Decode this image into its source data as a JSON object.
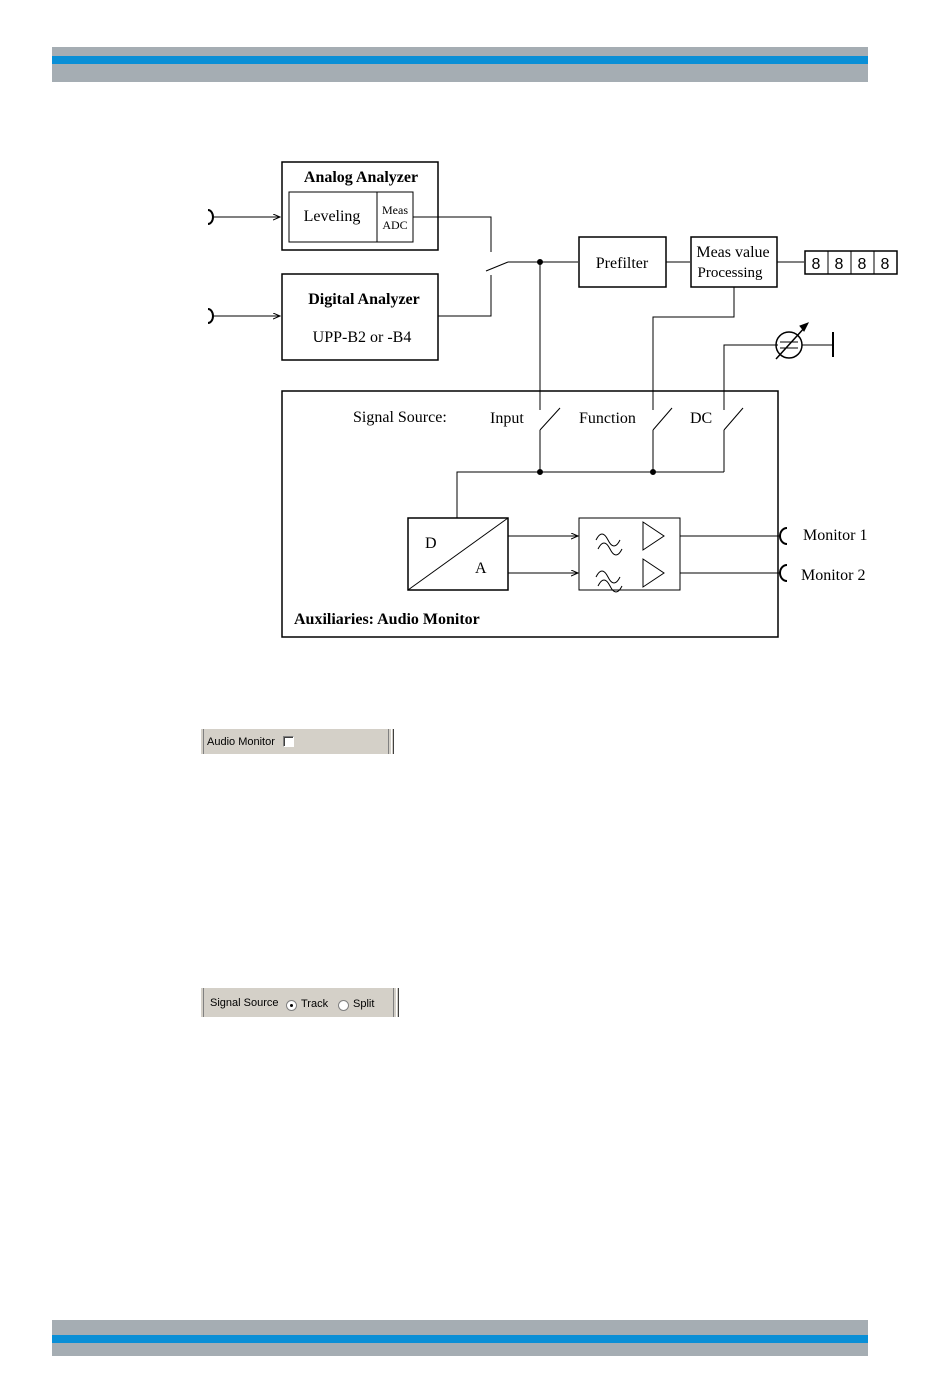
{
  "diagram": {
    "analog_analyzer": {
      "title": "Analog Analyzer",
      "leveling": "Leveling",
      "meas_adc_line1": "Meas",
      "meas_adc_line2": "ADC"
    },
    "digital_analyzer": {
      "title": "Digital Analyzer",
      "subtitle": "UPP-B2 or -B4"
    },
    "prefilter": "Prefilter",
    "meas_value_line1": "Meas value",
    "meas_value_line2": "Processing",
    "display_digits": [
      "8",
      "8",
      "8",
      "8"
    ],
    "signal_source_label": "Signal Source:",
    "switch_input": "Input",
    "switch_function": "Function",
    "switch_dc": "DC",
    "dac_d": "D",
    "dac_a": "A",
    "monitor1": "Monitor 1",
    "monitor2": "Monitor 2",
    "auxiliaries_label": "Auxiliaries: Audio Monitor"
  },
  "audio_monitor_panel": {
    "label": "Audio Monitor",
    "checked": false
  },
  "signal_source_panel": {
    "label": "Signal Source",
    "options": [
      {
        "label": "Track",
        "selected": true
      },
      {
        "label": "Split",
        "selected": false
      }
    ]
  },
  "colors": {
    "header_gray": "#a5adb3",
    "header_blue": "#0a8fd6",
    "panel_bg": "#d4d0c8"
  }
}
